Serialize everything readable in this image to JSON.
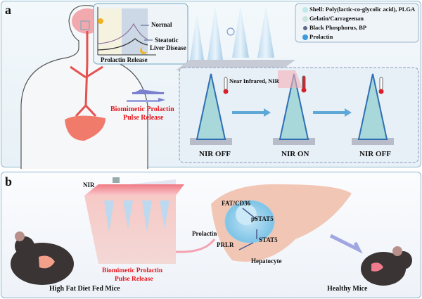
{
  "panel_a": {
    "label": "a",
    "inset_chart": {
      "xlabel": "Prolactin Release",
      "curves": [
        "Normal",
        "Steatotic Liver Disease"
      ],
      "steatotic_line1": "Steatotic",
      "steatotic_line2": "Liver Disease"
    },
    "legend": [
      {
        "label": "Shell: Poly(lactic-co-glycolic acid), PLGA",
        "color": "#bfe9ea"
      },
      {
        "label": "Gelatin/Carrageenan",
        "color": "#c8e6dc"
      },
      {
        "label": "Black Phosphorus, BP",
        "color": "#5c6a86"
      },
      {
        "label": "Prolactin",
        "color": "#3c9be0"
      }
    ],
    "arrow_label_line1": "Biomimetic Prolactin",
    "arrow_label_line2": "Pulse Release",
    "nir_label": "Near Infrared, NIR",
    "states": [
      "NIR OFF",
      "NIR ON",
      "NIR OFF"
    ]
  },
  "panel_b": {
    "label": "b",
    "nir_label": "NIR",
    "release_line1": "Biomimetic Prolactin",
    "release_line2": "Pulse Release",
    "left_mouse_label": "High Fat Diet Fed Mice",
    "right_mouse_label": "Healthy Mice",
    "prolactin": "Prolactin",
    "prlr": "PRLR",
    "stat5": "STAT5",
    "pstat5": "pSTAT5",
    "fat_cd36": "FAT/CD36",
    "hepatocyte": "Hepatocyte"
  },
  "colors": {
    "accent_red": "#e5161c",
    "panel_border": "#8fb6cc",
    "arrow_blue": "#6b77c9"
  }
}
